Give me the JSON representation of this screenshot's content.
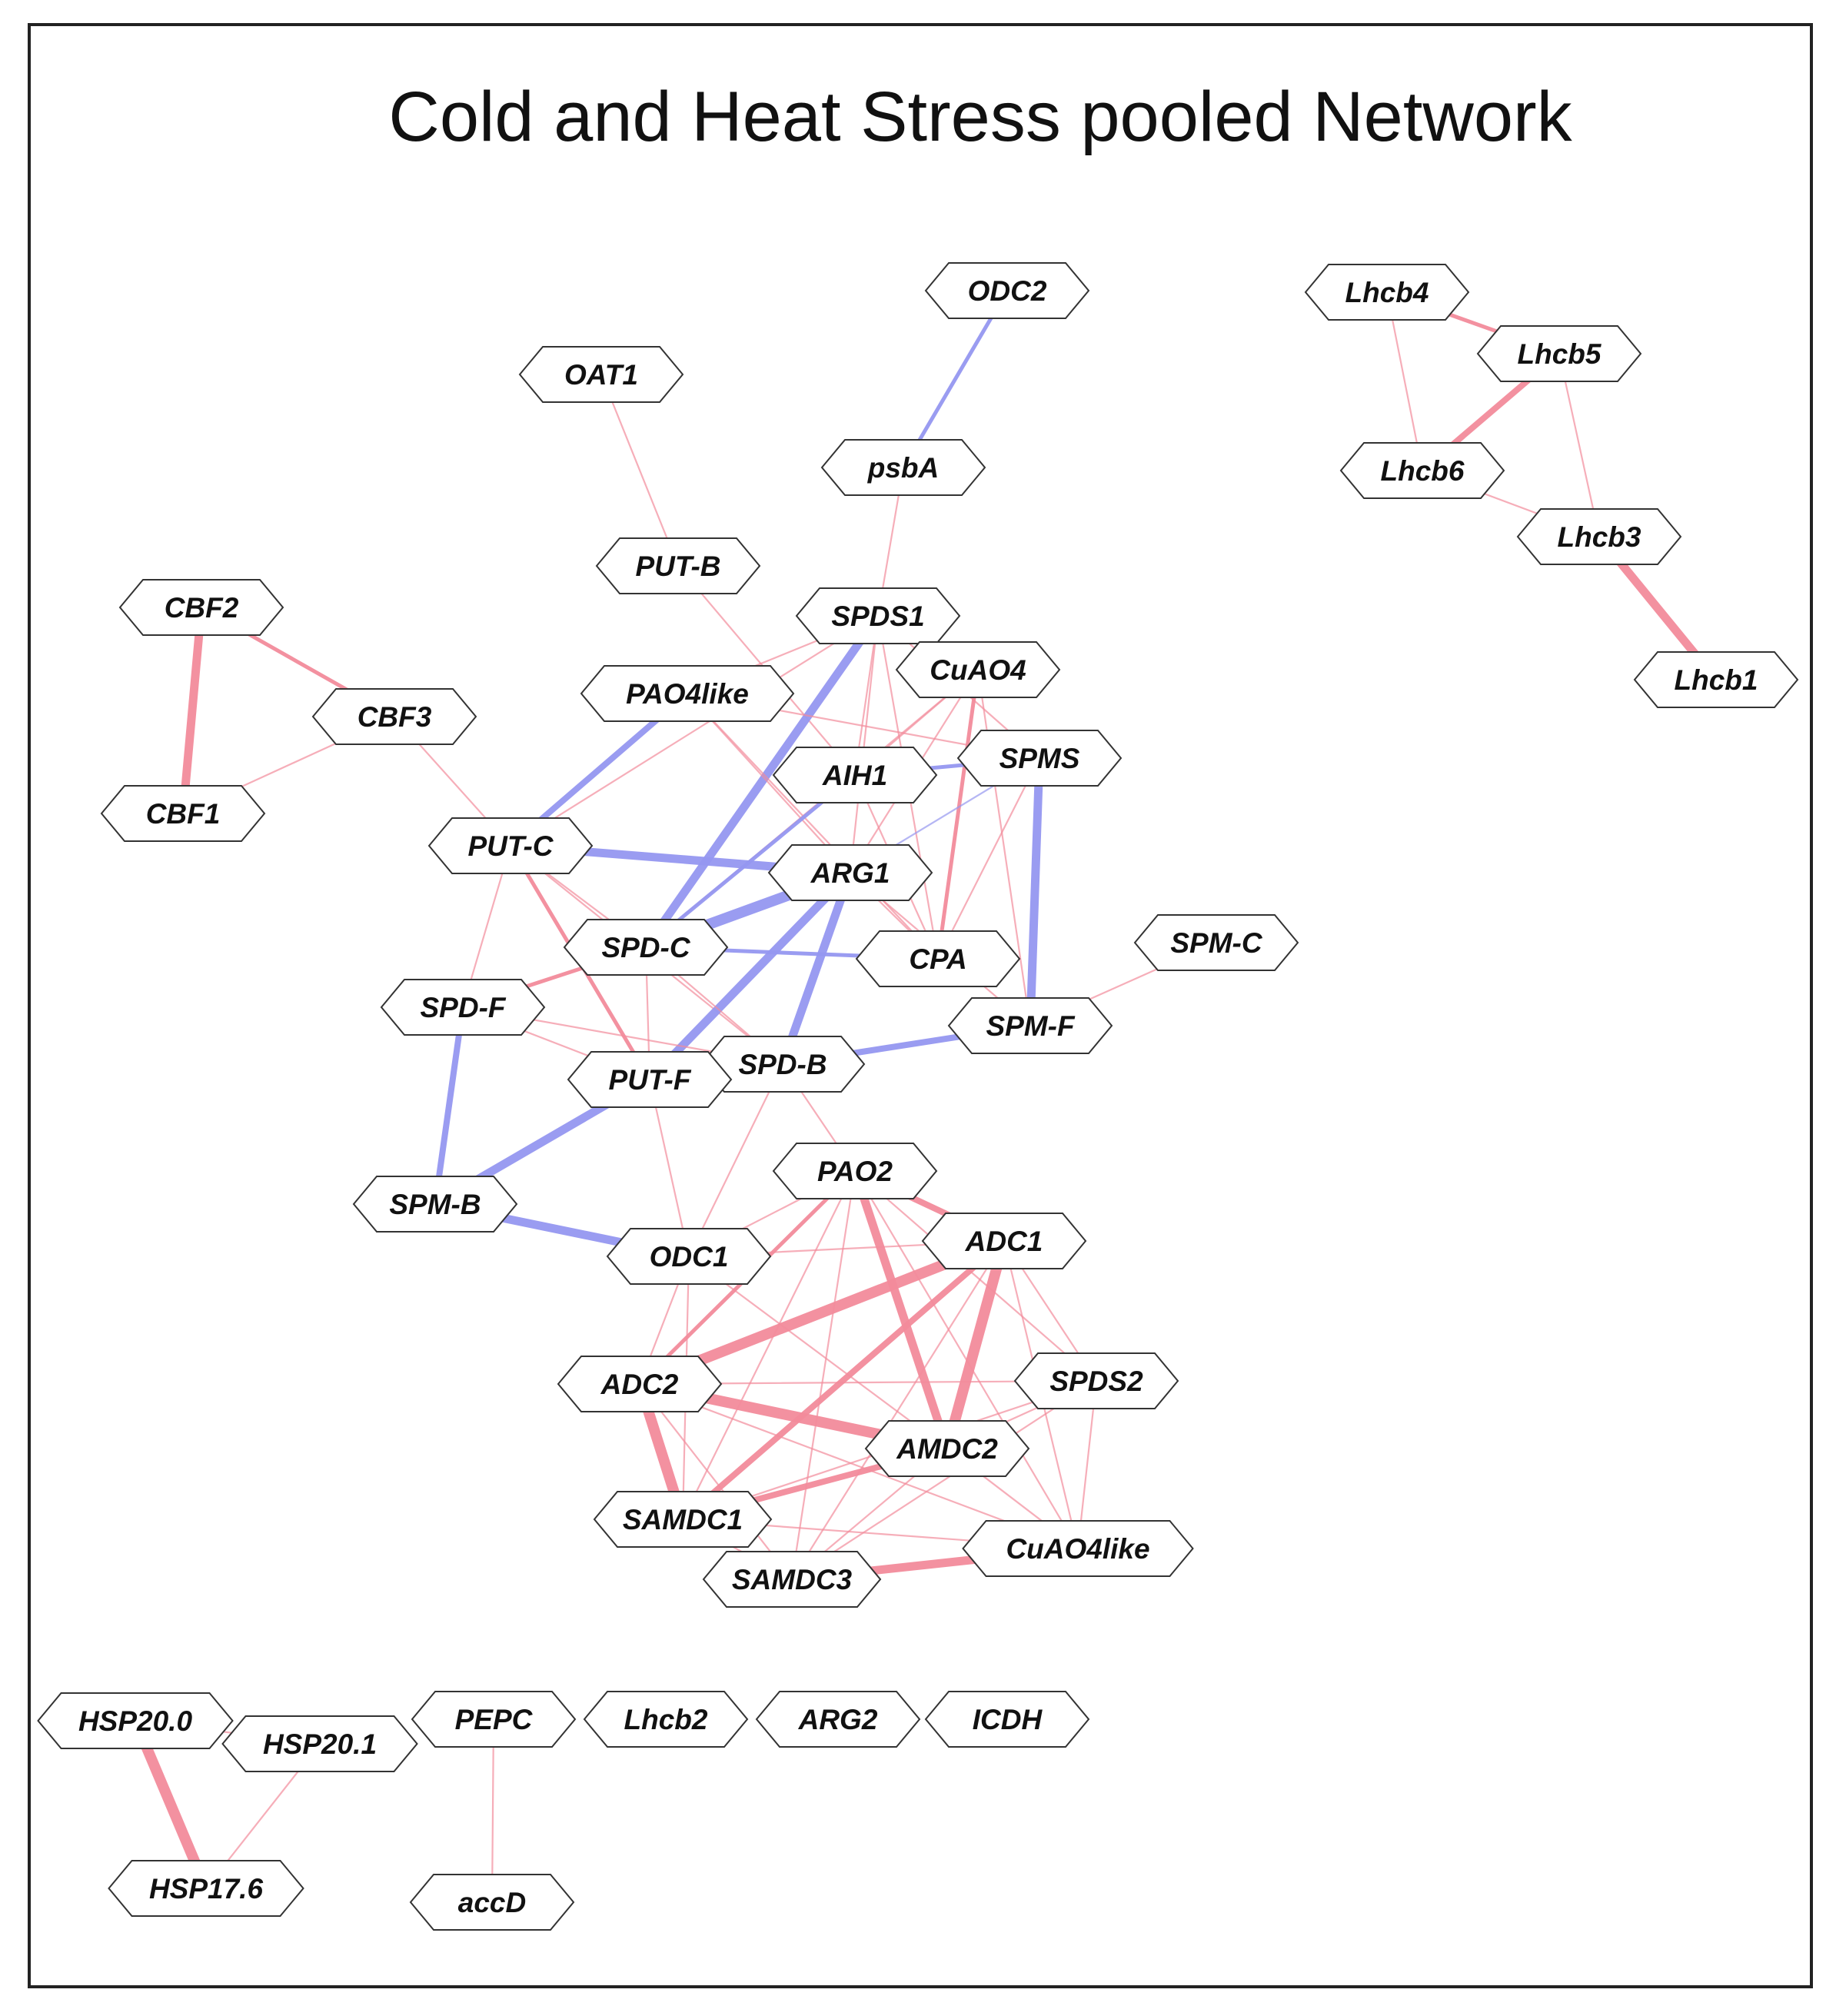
{
  "title": "Cold and Heat Stress pooled Network",
  "colors": {
    "positive_edge": "#f28b9b",
    "negative_edge": "#9597f0",
    "node_fill": "#ffffff",
    "node_stroke": "#333333"
  },
  "nodes": [
    {
      "id": "ODC2",
      "label": "ODC2"
    },
    {
      "id": "OAT1",
      "label": "OAT1"
    },
    {
      "id": "psbA",
      "label": "psbA"
    },
    {
      "id": "PUT-B",
      "label": "PUT-B"
    },
    {
      "id": "SPDS1",
      "label": "SPDS1"
    },
    {
      "id": "CuAO4",
      "label": "CuAO4"
    },
    {
      "id": "PAO4like",
      "label": "PAO4like"
    },
    {
      "id": "AIH1",
      "label": "AIH1"
    },
    {
      "id": "SPMS",
      "label": "SPMS"
    },
    {
      "id": "CBF2",
      "label": "CBF2"
    },
    {
      "id": "CBF3",
      "label": "CBF3"
    },
    {
      "id": "CBF1",
      "label": "CBF1"
    },
    {
      "id": "PUT-C",
      "label": "PUT-C"
    },
    {
      "id": "ARG1",
      "label": "ARG1"
    },
    {
      "id": "SPD-C",
      "label": "SPD-C"
    },
    {
      "id": "CPA",
      "label": "CPA"
    },
    {
      "id": "SPM-C",
      "label": "SPM-C"
    },
    {
      "id": "SPD-F",
      "label": "SPD-F"
    },
    {
      "id": "SPM-F",
      "label": "SPM-F"
    },
    {
      "id": "SPD-B",
      "label": "SPD-B"
    },
    {
      "id": "PUT-F",
      "label": "PUT-F"
    },
    {
      "id": "SPM-B",
      "label": "SPM-B"
    },
    {
      "id": "PAO2",
      "label": "PAO2"
    },
    {
      "id": "ADC1",
      "label": "ADC1"
    },
    {
      "id": "ODC1",
      "label": "ODC1"
    },
    {
      "id": "ADC2",
      "label": "ADC2"
    },
    {
      "id": "SPDS2",
      "label": "SPDS2"
    },
    {
      "id": "AMDC2",
      "label": "AMDC2"
    },
    {
      "id": "SAMDC1",
      "label": "SAMDC1"
    },
    {
      "id": "CuAO4like",
      "label": "CuAO4like"
    },
    {
      "id": "SAMDC3",
      "label": "SAMDC3"
    },
    {
      "id": "Lhcb4",
      "label": "Lhcb4"
    },
    {
      "id": "Lhcb5",
      "label": "Lhcb5"
    },
    {
      "id": "Lhcb6",
      "label": "Lhcb6"
    },
    {
      "id": "Lhcb3",
      "label": "Lhcb3"
    },
    {
      "id": "Lhcb1",
      "label": "Lhcb1"
    },
    {
      "id": "HSP20.0",
      "label": "HSP20.0"
    },
    {
      "id": "HSP20.1",
      "label": "HSP20.1"
    },
    {
      "id": "HSP17.6",
      "label": "HSP17.6"
    },
    {
      "id": "PEPC",
      "label": "PEPC"
    },
    {
      "id": "accD",
      "label": "accD"
    },
    {
      "id": "Lhcb2",
      "label": "Lhcb2"
    },
    {
      "id": "ARG2",
      "label": "ARG2"
    },
    {
      "id": "ICDH",
      "label": "ICDH"
    }
  ],
  "edges": [
    {
      "source": "ODC2",
      "target": "psbA",
      "sign": "negative",
      "weight": 2
    },
    {
      "source": "psbA",
      "target": "SPDS1",
      "sign": "positive",
      "weight": 1
    },
    {
      "source": "OAT1",
      "target": "PUT-B",
      "sign": "positive",
      "weight": 1
    },
    {
      "source": "PUT-B",
      "target": "AIH1",
      "sign": "positive",
      "weight": 1
    },
    {
      "source": "CBF2",
      "target": "CBF1",
      "sign": "positive",
      "weight": 4
    },
    {
      "source": "CBF2",
      "target": "CBF3",
      "sign": "positive",
      "weight": 2
    },
    {
      "source": "CBF3",
      "target": "CBF1",
      "sign": "positive",
      "weight": 1
    },
    {
      "source": "CBF3",
      "target": "PUT-C",
      "sign": "positive",
      "weight": 1
    },
    {
      "source": "SPDS1",
      "target": "PAO4like",
      "sign": "positive",
      "weight": 1
    },
    {
      "source": "SPDS1",
      "target": "SPD-C",
      "sign": "negative",
      "weight": 4
    },
    {
      "source": "SPDS1",
      "target": "AIH1",
      "sign": "positive",
      "weight": 1
    },
    {
      "source": "SPDS1",
      "target": "ARG1",
      "sign": "positive",
      "weight": 1
    },
    {
      "source": "SPDS1",
      "target": "CPA",
      "sign": "positive",
      "weight": 1
    },
    {
      "source": "SPDS1",
      "target": "SPMS",
      "sign": "positive",
      "weight": 1
    },
    {
      "source": "SPDS1",
      "target": "CuAO4",
      "sign": "positive",
      "weight": 1
    },
    {
      "source": "SPDS1",
      "target": "PUT-C",
      "sign": "positive",
      "weight": 1
    },
    {
      "source": "CuAO4",
      "target": "CPA",
      "sign": "positive",
      "weight": 2
    },
    {
      "source": "CuAO4",
      "target": "ARG1",
      "sign": "positive",
      "weight": 1
    },
    {
      "source": "CuAO4",
      "target": "AIH1",
      "sign": "positive",
      "weight": 1
    },
    {
      "source": "CuAO4",
      "target": "SPM-F",
      "sign": "positive",
      "weight": 1
    },
    {
      "source": "CuAO4",
      "target": "SPD-C",
      "sign": "positive",
      "weight": 1
    },
    {
      "source": "PAO4like",
      "target": "PUT-C",
      "sign": "negative",
      "weight": 3
    },
    {
      "source": "PAO4like",
      "target": "ARG1",
      "sign": "positive",
      "weight": 1
    },
    {
      "source": "PAO4like",
      "target": "CPA",
      "sign": "positive",
      "weight": 1
    },
    {
      "source": "PAO4like",
      "target": "SPMS",
      "sign": "positive",
      "weight": 1
    },
    {
      "source": "AIH1",
      "target": "SPMS",
      "sign": "negative",
      "weight": 2
    },
    {
      "source": "AIH1",
      "target": "SPD-C",
      "sign": "negative",
      "weight": 2
    },
    {
      "source": "AIH1",
      "target": "CPA",
      "sign": "positive",
      "weight": 1
    },
    {
      "source": "SPMS",
      "target": "SPM-F",
      "sign": "negative",
      "weight": 4
    },
    {
      "source": "SPMS",
      "target": "ARG1",
      "sign": "negative",
      "weight": 1
    },
    {
      "source": "SPMS",
      "target": "CPA",
      "sign": "positive",
      "weight": 1
    },
    {
      "source": "PUT-C",
      "target": "ARG1",
      "sign": "negative",
      "weight": 4
    },
    {
      "source": "PUT-C",
      "target": "SPD-F",
      "sign": "positive",
      "weight": 1
    },
    {
      "source": "PUT-C",
      "target": "PUT-F",
      "sign": "positive",
      "weight": 2
    },
    {
      "source": "PUT-C",
      "target": "SPD-C",
      "sign": "positive",
      "weight": 1
    },
    {
      "source": "PUT-C",
      "target": "SPD-B",
      "sign": "positive",
      "weight": 1
    },
    {
      "source": "ARG1",
      "target": "SPD-C",
      "sign": "negative",
      "weight": 5
    },
    {
      "source": "ARG1",
      "target": "SPD-B",
      "sign": "negative",
      "weight": 4
    },
    {
      "source": "ARG1",
      "target": "PUT-F",
      "sign": "negative",
      "weight": 4
    },
    {
      "source": "ARG1",
      "target": "CPA",
      "sign": "positive",
      "weight": 1
    },
    {
      "source": "ARG1",
      "target": "SPM-F",
      "sign": "positive",
      "weight": 1
    },
    {
      "source": "SPD-C",
      "target": "CPA",
      "sign": "negative",
      "weight": 2
    },
    {
      "source": "SPD-C",
      "target": "SPD-F",
      "sign": "positive",
      "weight": 2
    },
    {
      "source": "SPD-C",
      "target": "PUT-F",
      "sign": "positive",
      "weight": 1
    },
    {
      "source": "SPD-C",
      "target": "SPD-B",
      "sign": "positive",
      "weight": 1
    },
    {
      "source": "SPM-C",
      "target": "SPM-F",
      "sign": "positive",
      "weight": 1
    },
    {
      "source": "SPD-F",
      "target": "SPM-B",
      "sign": "negative",
      "weight": 3
    },
    {
      "source": "SPD-F",
      "target": "PUT-F",
      "sign": "positive",
      "weight": 1
    },
    {
      "source": "SPD-F",
      "target": "SPD-B",
      "sign": "positive",
      "weight": 1
    },
    {
      "source": "SPD-B",
      "target": "SPM-F",
      "sign": "negative",
      "weight": 3
    },
    {
      "source": "SPD-B",
      "target": "PAO2",
      "sign": "positive",
      "weight": 1
    },
    {
      "source": "SPD-B",
      "target": "ODC1",
      "sign": "positive",
      "weight": 1
    },
    {
      "source": "PUT-F",
      "target": "SPM-B",
      "sign": "negative",
      "weight": 4
    },
    {
      "source": "PUT-F",
      "target": "ODC1",
      "sign": "positive",
      "weight": 1
    },
    {
      "source": "SPM-B",
      "target": "ODC1",
      "sign": "negative",
      "weight": 4
    },
    {
      "source": "ODC1",
      "target": "PAO2",
      "sign": "positive",
      "weight": 1
    },
    {
      "source": "PAO2",
      "target": "ADC1",
      "sign": "positive",
      "weight": 3
    },
    {
      "source": "PAO2",
      "target": "AMDC2",
      "sign": "positive",
      "weight": 4
    },
    {
      "source": "PAO2",
      "target": "ADC2",
      "sign": "positive",
      "weight": 2
    },
    {
      "source": "PAO2",
      "target": "SAMDC1",
      "sign": "positive",
      "weight": 1
    },
    {
      "source": "PAO2",
      "target": "SAMDC3",
      "sign": "positive",
      "weight": 1
    },
    {
      "source": "PAO2",
      "target": "SPDS2",
      "sign": "positive",
      "weight": 1
    },
    {
      "source": "PAO2",
      "target": "CuAO4like",
      "sign": "positive",
      "weight": 1
    },
    {
      "source": "ADC1",
      "target": "ADC2",
      "sign": "positive",
      "weight": 5
    },
    {
      "source": "ADC1",
      "target": "AMDC2",
      "sign": "positive",
      "weight": 5
    },
    {
      "source": "ADC1",
      "target": "SAMDC1",
      "sign": "positive",
      "weight": 3
    },
    {
      "source": "ADC1",
      "target": "SAMDC3",
      "sign": "positive",
      "weight": 1
    },
    {
      "source": "ADC1",
      "target": "SPDS2",
      "sign": "positive",
      "weight": 1
    },
    {
      "source": "ADC1",
      "target": "CuAO4like",
      "sign": "positive",
      "weight": 1
    },
    {
      "source": "ADC1",
      "target": "ODC1",
      "sign": "positive",
      "weight": 1
    },
    {
      "source": "ADC2",
      "target": "AMDC2",
      "sign": "positive",
      "weight": 5
    },
    {
      "source": "ADC2",
      "target": "SAMDC1",
      "sign": "positive",
      "weight": 5
    },
    {
      "source": "ADC2",
      "target": "SAMDC3",
      "sign": "positive",
      "weight": 1
    },
    {
      "source": "ADC2",
      "target": "CuAO4like",
      "sign": "positive",
      "weight": 1
    },
    {
      "source": "ADC2",
      "target": "SPDS2",
      "sign": "positive",
      "weight": 1
    },
    {
      "source": "ADC2",
      "target": "ODC1",
      "sign": "positive",
      "weight": 1
    },
    {
      "source": "AMDC2",
      "target": "SAMDC1",
      "sign": "positive",
      "weight": 3
    },
    {
      "source": "AMDC2",
      "target": "SAMDC3",
      "sign": "positive",
      "weight": 1
    },
    {
      "source": "AMDC2",
      "target": "CuAO4like",
      "sign": "positive",
      "weight": 1
    },
    {
      "source": "AMDC2",
      "target": "SPDS2",
      "sign": "positive",
      "weight": 1
    },
    {
      "source": "SPDS2",
      "target": "SAMDC1",
      "sign": "positive",
      "weight": 1
    },
    {
      "source": "SPDS2",
      "target": "SAMDC3",
      "sign": "positive",
      "weight": 1
    },
    {
      "source": "SPDS2",
      "target": "CuAO4like",
      "sign": "positive",
      "weight": 1
    },
    {
      "source": "SAMDC1",
      "target": "CuAO4like",
      "sign": "positive",
      "weight": 1
    },
    {
      "source": "SAMDC1",
      "target": "SAMDC3",
      "sign": "positive",
      "weight": 1
    },
    {
      "source": "SAMDC3",
      "target": "CuAO4like",
      "sign": "positive",
      "weight": 4
    },
    {
      "source": "ODC1",
      "target": "SAMDC1",
      "sign": "positive",
      "weight": 1
    },
    {
      "source": "ODC1",
      "target": "AMDC2",
      "sign": "positive",
      "weight": 1
    },
    {
      "source": "Lhcb4",
      "target": "Lhcb5",
      "sign": "positive",
      "weight": 2
    },
    {
      "source": "Lhcb4",
      "target": "Lhcb6",
      "sign": "positive",
      "weight": 1
    },
    {
      "source": "Lhcb5",
      "target": "Lhcb6",
      "sign": "positive",
      "weight": 3
    },
    {
      "source": "Lhcb5",
      "target": "Lhcb3",
      "sign": "positive",
      "weight": 1
    },
    {
      "source": "Lhcb6",
      "target": "Lhcb3",
      "sign": "positive",
      "weight": 1
    },
    {
      "source": "Lhcb3",
      "target": "Lhcb1",
      "sign": "positive",
      "weight": 4
    },
    {
      "source": "HSP20.0",
      "target": "HSP17.6",
      "sign": "positive",
      "weight": 5
    },
    {
      "source": "HSP20.0",
      "target": "HSP20.1",
      "sign": "positive",
      "weight": 1
    },
    {
      "source": "HSP20.1",
      "target": "HSP17.6",
      "sign": "positive",
      "weight": 1
    },
    {
      "source": "PEPC",
      "target": "accD",
      "sign": "positive",
      "weight": 1
    }
  ]
}
